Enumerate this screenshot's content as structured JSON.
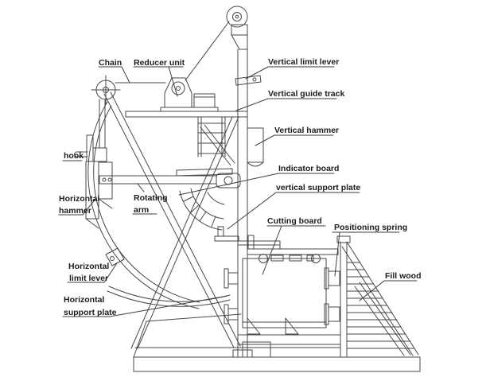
{
  "diagram": {
    "kind": "engineering-line-drawing",
    "subject": "hammer / cutting machine schematic with callout labels",
    "labels": {
      "chain": "Chain",
      "reducer_unit": "Reducer unit",
      "vertical_limit_lever": "Vertical limit lever",
      "vertical_guide_track": "Vertical guide track",
      "vertical_hammer": "Vertical hammer",
      "hook": "hook",
      "indicator_board": "Indicator board",
      "vertical_support_plate": "vertical support plate",
      "rotating_arm": [
        "Rotating",
        "arm"
      ],
      "horizontal_hammer": [
        "Horizontal",
        "hammer"
      ],
      "horizontal_limit_lever": [
        "Horizontal",
        "limit lever"
      ],
      "horizontal_support_plate": [
        "Horizontal",
        "support plate"
      ],
      "cutting_board": "Cutting board",
      "positioning_spring": "Positioning spring",
      "fill_wood": "Fill wood"
    },
    "colors": {
      "background": "#ffffff",
      "line": "#474747",
      "text": "#1c1c1c"
    }
  }
}
